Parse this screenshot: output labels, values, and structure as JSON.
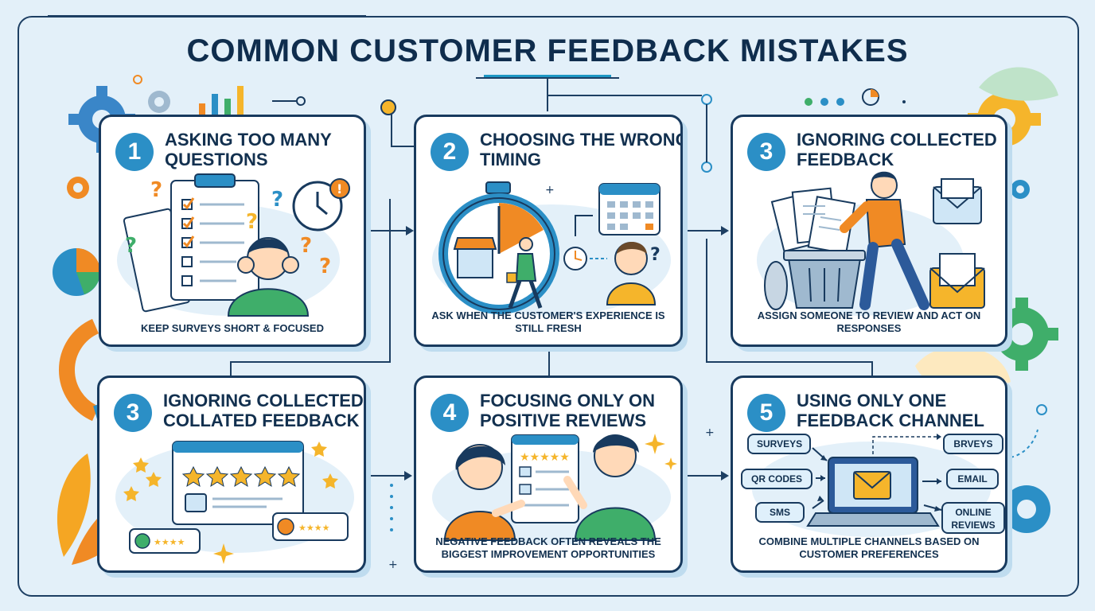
{
  "title": "COMMON CUSTOMER FEEDBACK MISTAKES",
  "cards": [
    {
      "number": "1",
      "title": "ASKING TOO MANY QUESTIONS",
      "caption": "KEEP SURVEYS SHORT & FOCUSED",
      "icon": "overwhelmed-person-with-checklist"
    },
    {
      "number": "2",
      "title": "CHOOSING THE WRONG TIMING",
      "caption": "ASK WHEN THE CUSTOMER'S EXPERIENCE IS STILL FRESH",
      "icon": "stopwatch-and-calendar"
    },
    {
      "number": "3",
      "title": "IGNORING COLLECTED FEEDBACK",
      "caption": "ASSIGN SOMEONE TO REVIEW AND ACT ON RESPONSES",
      "icon": "person-trashing-papers"
    },
    {
      "number": "3",
      "title": "IGNORING COLLECTED COLLATED FEEDBACK",
      "caption": "",
      "icon": "star-rating-window"
    },
    {
      "number": "4",
      "title": "FOCUSING ONLY ON POSITIVE REVIEWS",
      "caption": "NEGATIVE FEEDBACK OFTEN REVEALS THE BIGGEST IMPROVEMENT OPPORTUNITIES",
      "icon": "people-pointing-at-reviews"
    },
    {
      "number": "5",
      "title": "USING ONLY ONE FEEDBACK CHANNEL",
      "caption": "COMBINE MULTIPLE CHANNELS BASED ON CUSTOMER PREFERENCES",
      "icon": "laptop-with-channels"
    }
  ],
  "channels": {
    "left": [
      "SURVEYS",
      "QR CODES",
      "SMS"
    ],
    "right": [
      "BRVEYS",
      "EMAIL",
      "ONLINE REVIEWS"
    ]
  },
  "colors": {
    "accent": "#2b8fc6",
    "navy": "#12304f",
    "orange": "#f08a24",
    "green": "#3fae6a",
    "yellow": "#f5b52b",
    "background": "#e3f0f9"
  }
}
